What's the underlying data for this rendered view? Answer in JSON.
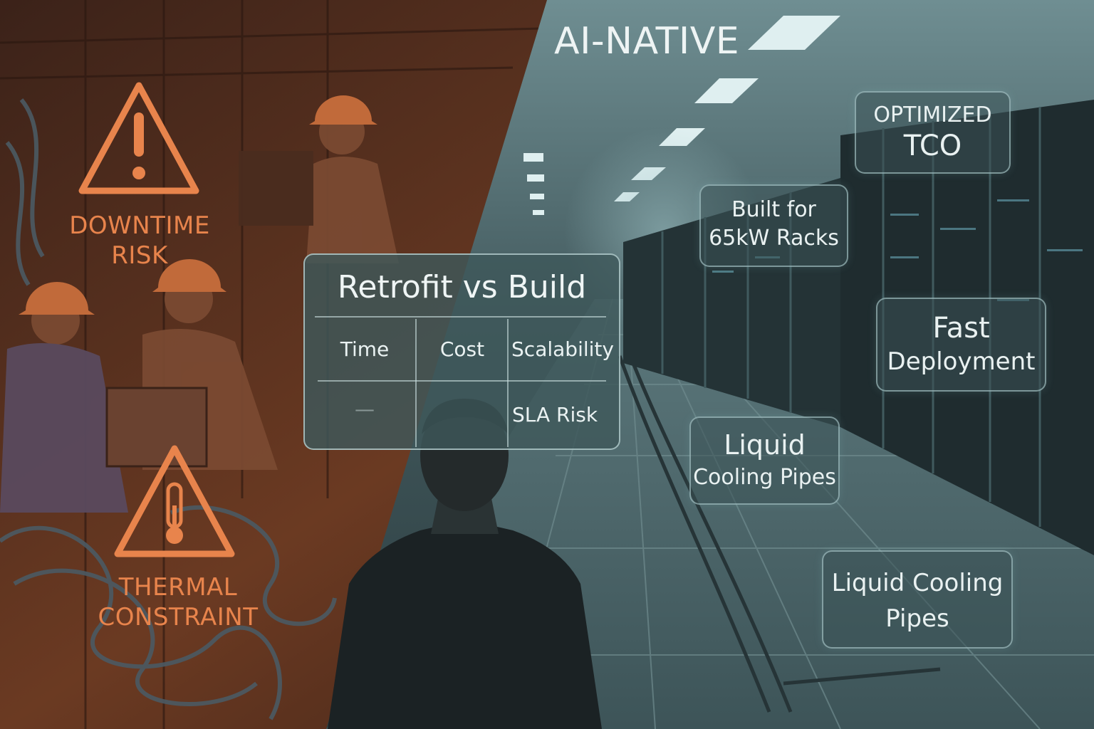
{
  "title": "AI-NATIVE",
  "warnings": {
    "downtime": {
      "line1": "DOWNTIME",
      "line2": "RISK",
      "icon": "exclamation-icon"
    },
    "thermal": {
      "line1": "THERMAL",
      "line2": "CONSTRAINT",
      "icon": "thermometer-icon"
    }
  },
  "comparison": {
    "title": "Retrofit vs Build",
    "headers": [
      "Time",
      "Cost",
      "Scalability"
    ],
    "row2_col1": "—",
    "row2_col3": "SLA Risk"
  },
  "panels": {
    "tco": {
      "line1": "OPTIMIZED",
      "line2": "TCO"
    },
    "racks": {
      "line1": "Built for",
      "line2": "65kW Racks"
    },
    "fast": {
      "line1": "Fast",
      "line2": "Deployment"
    },
    "liquid1": {
      "line1": "Liquid",
      "line2": "Cooling Pipes"
    },
    "liquid2": {
      "line1": "Liquid Cooling",
      "line2": "Pipes"
    }
  },
  "colors": {
    "warning": "#e8844c",
    "legacy_bg": "#5a3322",
    "native_bg": "#3f5a5e",
    "panel_text": "#e9f1f1"
  }
}
